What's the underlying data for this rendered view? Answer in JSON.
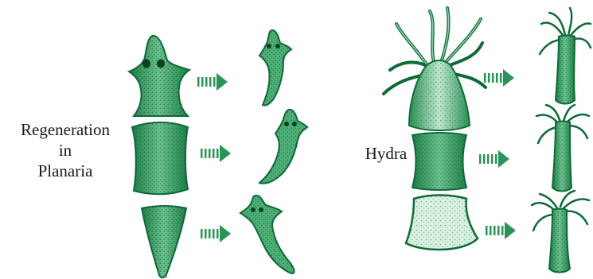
{
  "labels": {
    "planaria": [
      "Regeneration",
      "in",
      "Planaria"
    ],
    "hydra": "Hydra"
  },
  "colors": {
    "ink": "#0f6a38",
    "fill": "#2f9b5c",
    "fill_light": "#6cc48f",
    "pale": "#d9f0e1",
    "dots": "#0d4f2a",
    "arrow": "#2a9458"
  }
}
